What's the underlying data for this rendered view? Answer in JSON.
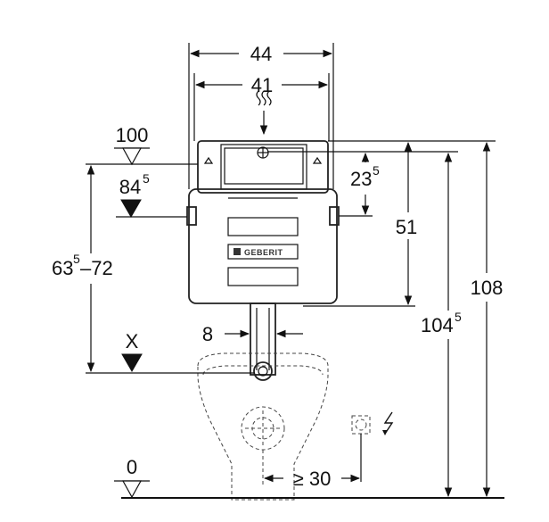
{
  "drawing": {
    "brand_logo_text": "GEBERIT",
    "dimensions": {
      "width_total": "44",
      "width_frame": "41",
      "level_top": "100",
      "level_mid_main": "84",
      "level_mid_sup": "5",
      "height_range_main": "63",
      "height_range_sup": "5",
      "height_range_end": "–72",
      "x_marker": "X",
      "zero_level": "0",
      "offset_top_main": "23",
      "offset_top_sup": "5",
      "height_51": "51",
      "height_104_main": "104",
      "height_104_sup": "5",
      "height_108": "108",
      "pipe_width": "8",
      "min_distance": "≥ 30"
    },
    "icons": {
      "water": "water-supply-icon",
      "power": "electric-power-icon"
    }
  }
}
